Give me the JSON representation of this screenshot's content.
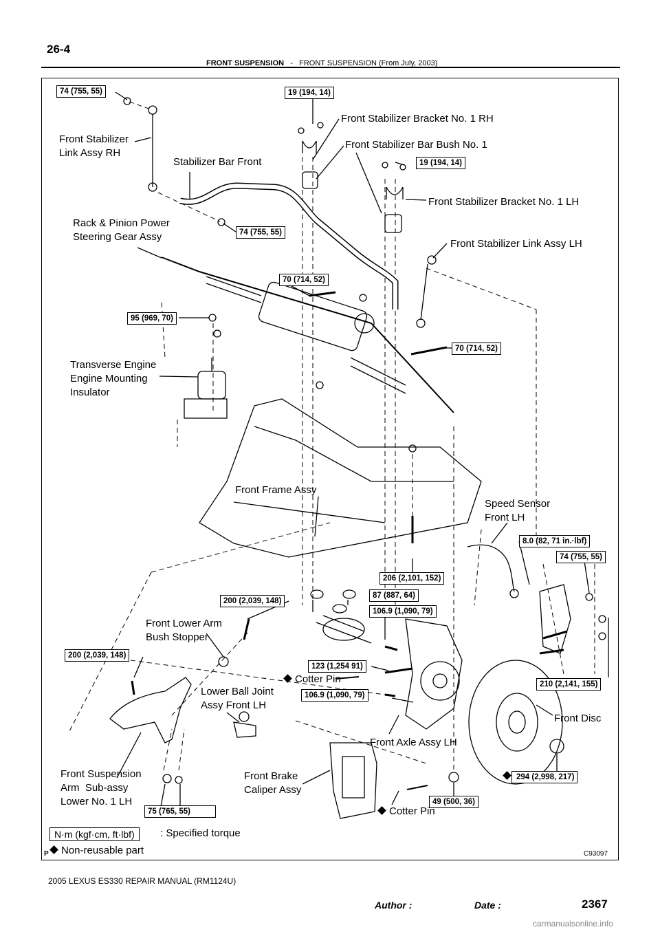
{
  "header": {
    "page_number": "26-4",
    "section": "FRONT SUSPENSION",
    "separator": "-",
    "subsection": "FRONT SUSPENSION (From July, 2003)"
  },
  "labels": {
    "link_rh": "Front Stabilizer\nLink Assy RH",
    "stab_bar": "Stabilizer Bar Front",
    "bracket_rh": "Front Stabilizer Bracket No. 1 RH",
    "bush": "Front Stabilizer Bar Bush No. 1",
    "bracket_lh": "Front Stabilizer Bracket No. 1 LH",
    "rack": "Rack & Pinion Power\nSteering Gear Assy",
    "link_lh": "Front Stabilizer Link Assy LH",
    "engine_mount": "Transverse Engine\nEngine Mounting\nInsulator",
    "frame": "Front Frame Assy",
    "speed_sensor": "Speed Sensor\nFront LH",
    "lower_arm_bush": "Front Lower Arm\nBush Stopper",
    "cotter_pin_1": "Cotter Pin",
    "ball_joint": "Lower Ball Joint\nAssy Front LH",
    "front_disc": "Front Disc",
    "axle": "Front Axle Assy LH",
    "susp_arm": "Front Suspension\nArm  Sub-assy\nLower No. 1 LH",
    "caliper": "Front Brake\nCaliper Assy",
    "cotter_pin_2": "Cotter Pin"
  },
  "torques": {
    "t1": "74 (755, 55)",
    "t2": "19 (194, 14)",
    "t3": "19 (194, 14)",
    "t4": "74 (755, 55)",
    "t5": "70 (714, 52)",
    "t6": "95 (969, 70)",
    "t7": "70 (714, 52)",
    "t8": "8.0 (82, 71 in.·lbf)",
    "t9": "74 (755, 55)",
    "t10": "206 (2,101, 152)",
    "t11": "87 (887, 64)",
    "t12": "200 (2,039, 148)",
    "t13": "106.9 (1,090, 79)",
    "t14": "200 (2,039, 148)",
    "t15": "123 (1,254 91)",
    "t16": "210 (2,141, 155)",
    "t17": "106.9 (1,090, 79)",
    "t18": "294 (2,998, 217)",
    "t19": "49 (500, 36)",
    "t20": "75 (765, 55)"
  },
  "legend": {
    "torque_unit": "N·m (kgf·cm, ft·lbf)",
    "torque_desc": ": Specified torque",
    "nonreusable": "Non-reusable part",
    "p_mark": "P",
    "figure_code": "C93097"
  },
  "footer": {
    "manual": "2005 LEXUS ES330 REPAIR MANUAL   (RM1124U)",
    "page_total": "2367",
    "author": "Author :",
    "date": "Date :",
    "watermark": "carmanualsonline.info"
  }
}
